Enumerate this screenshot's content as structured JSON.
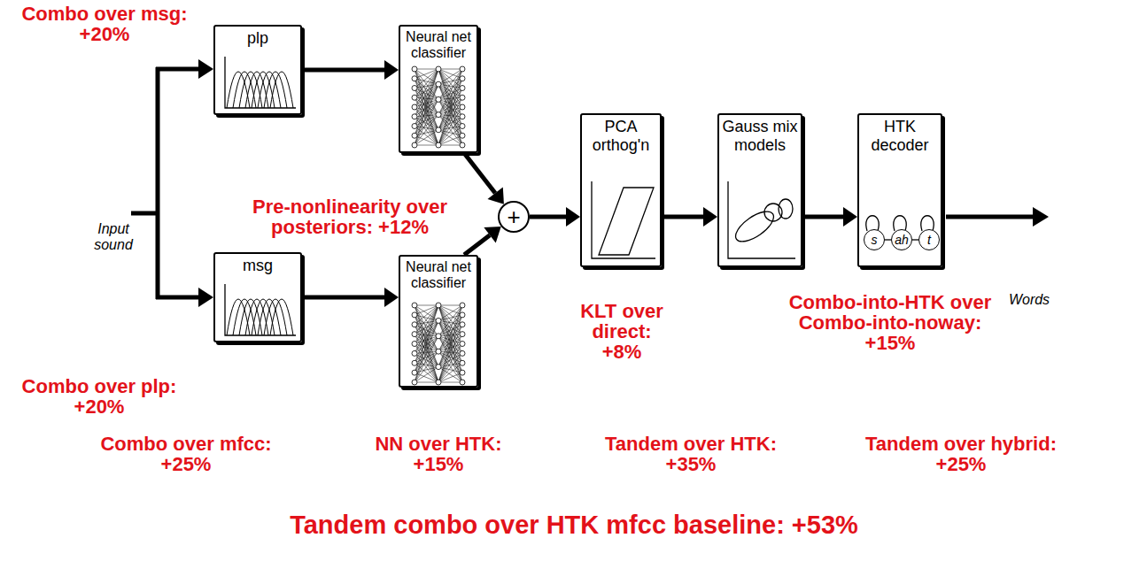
{
  "diagram": {
    "nodes": [
      {
        "text": [
          "plp"
        ]
      },
      {
        "text": [
          "Neural net classifier"
        ]
      },
      {
        "text": [
          "msg"
        ]
      },
      {
        "text": [
          "Neural net classifier"
        ]
      },
      {
        "text": [
          "+"
        ]
      },
      {
        "text": [
          "PCA orthog'n"
        ]
      },
      {
        "text": [
          "Gauss mix models"
        ]
      },
      {
        "text": [
          "HTK decoder"
        ]
      },
      {
        "text": [
          "s"
        ],
        "in": 7
      },
      {
        "text": [
          "ah"
        ],
        "in": 7
      },
      {
        "text": [
          "t"
        ],
        "in": 7
      }
    ],
    "edges": [
      {
        "from": 0,
        "to": 1,
        "arrow": "to"
      },
      {
        "from": 2,
        "to": 3,
        "arrow": "to"
      },
      {
        "from": 1,
        "to": 4,
        "arrow": "to"
      },
      {
        "from": 3,
        "to": 4,
        "arrow": "to"
      },
      {
        "from": 4,
        "to": 5,
        "arrow": "to"
      },
      {
        "from": 5,
        "to": 6,
        "arrow": "to"
      },
      {
        "from": 6,
        "to": 7,
        "arrow": "to"
      },
      {
        "from": 8,
        "to": 9,
        "arrow": "none"
      },
      {
        "from": 9,
        "to": 10,
        "arrow": "none"
      }
    ],
    "labels": [
      "Input sound",
      "Words",
      "Combo over msg: +20%",
      "Combo over plp: +20%",
      "Pre-nonlinearity over posteriors: +12%",
      "KLT over direct: +8%",
      "Combo-into-HTK over Combo-into-noway: +15%",
      "Combo over mfcc: +25%",
      "NN over HTK: +15%",
      "Tandem over HTK: +35%",
      "Tandem over hybrid: +25%",
      "Tandem combo over HTK mfcc baseline: +53%"
    ]
  }
}
